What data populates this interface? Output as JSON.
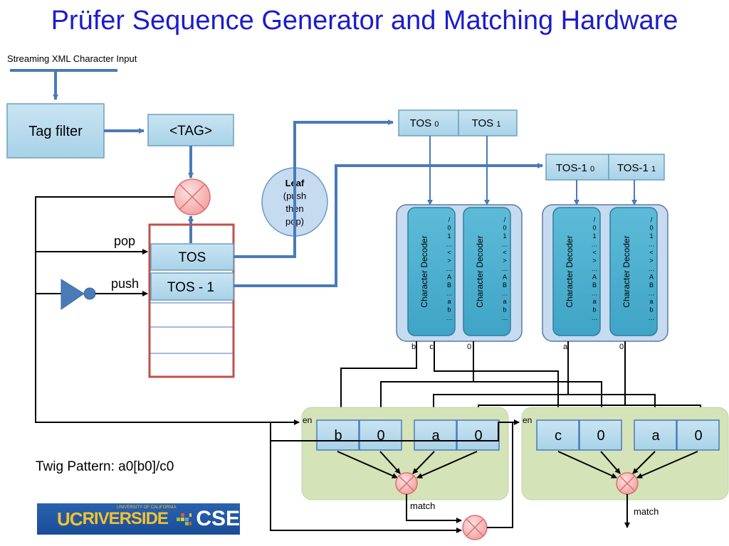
{
  "title": "Prüfer Sequence Generator and Matching Hardware",
  "input_label": "Streaming XML Character Input",
  "tag_filter": "Tag filter",
  "tag_box": "<TAG>",
  "leaf": {
    "title": "Leaf",
    "line1": "(push",
    "line2": "then",
    "line3": "pop)"
  },
  "pop_label": "pop",
  "push_label": "push",
  "stack": {
    "tos": "TOS",
    "tos1": "TOS - 1"
  },
  "tos_regs": {
    "tos_a": "TOS",
    "tos_a_sub": "0",
    "tos_b": "TOS",
    "tos_b_sub": "1",
    "tos1_a": "TOS-1",
    "tos1_a_sub": "0",
    "tos1_b": "TOS-1",
    "tos1_b_sub": "1"
  },
  "decoder_label": "Character Decoder",
  "decoder_chars": [
    "/",
    "0",
    "1",
    "…",
    "<",
    ">",
    "…",
    "A",
    "B",
    "…",
    "a",
    "b",
    "…"
  ],
  "decoder_outputs": {
    "o1": "b",
    "o2": "c",
    "o3": "0",
    "o4": "a",
    "o5": "0"
  },
  "match_groups": [
    {
      "cells": [
        "b",
        "0",
        "a",
        "0"
      ],
      "en": "en",
      "match": "match"
    },
    {
      "cells": [
        "c",
        "0",
        "a",
        "0"
      ],
      "en": "en",
      "match": "match"
    }
  ],
  "twig_pattern": "Twig Pattern: a0[b0]/c0",
  "logo": {
    "uc": "UC",
    "riverside": "RIVERSIDE",
    "sub": "UNIVERSITY OF CALIFORNIA",
    "cse": "CSE"
  }
}
